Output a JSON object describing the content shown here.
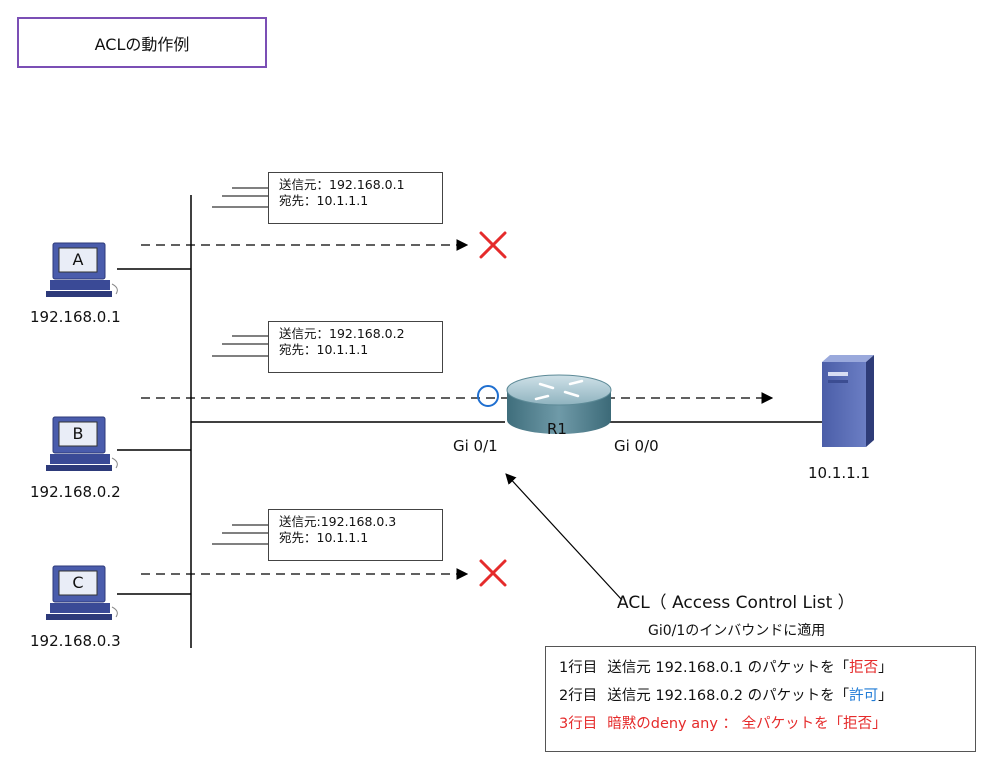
{
  "title": "ACLの動作例",
  "hosts": [
    {
      "letter": "A",
      "ip": "192.168.0.1"
    },
    {
      "letter": "B",
      "ip": "192.168.0.2"
    },
    {
      "letter": "C",
      "ip": "192.168.0.3"
    }
  ],
  "packets": [
    {
      "src": "送信元：192.168.0.1",
      "dst": "宛先：10.1.1.1"
    },
    {
      "src": "送信元：192.168.0.2",
      "dst": "宛先：10.1.1.1"
    },
    {
      "src": "送信元:192.168.0.3",
      "dst": "宛先：10.1.1.1"
    }
  ],
  "router": {
    "name": "R1",
    "port_in": "Gi 0/1",
    "port_out": "Gi 0/0"
  },
  "server": {
    "ip": "10.1.1.1"
  },
  "acl": {
    "title": "ACL（ Access Control List ）",
    "subtitle": "Gi0/1のインバウンドに適用",
    "rows": [
      {
        "line": "1行目",
        "text": "送信元 192.168.0.1 のパケットを「",
        "action": "拒否",
        "close": "」"
      },
      {
        "line": "2行目",
        "text": "送信元 192.168.0.2 のパケットを「",
        "action": "許可",
        "close": "」"
      },
      {
        "line": "3行目",
        "text": "暗黙のdeny any ： 全パケットを「",
        "action": "拒否",
        "close": "」"
      }
    ]
  },
  "colors": {
    "deny": "#e52b2b",
    "permit": "#1f7bd6",
    "title_border": "#7b4fb5",
    "interface_marker": "#1f6fd0"
  }
}
